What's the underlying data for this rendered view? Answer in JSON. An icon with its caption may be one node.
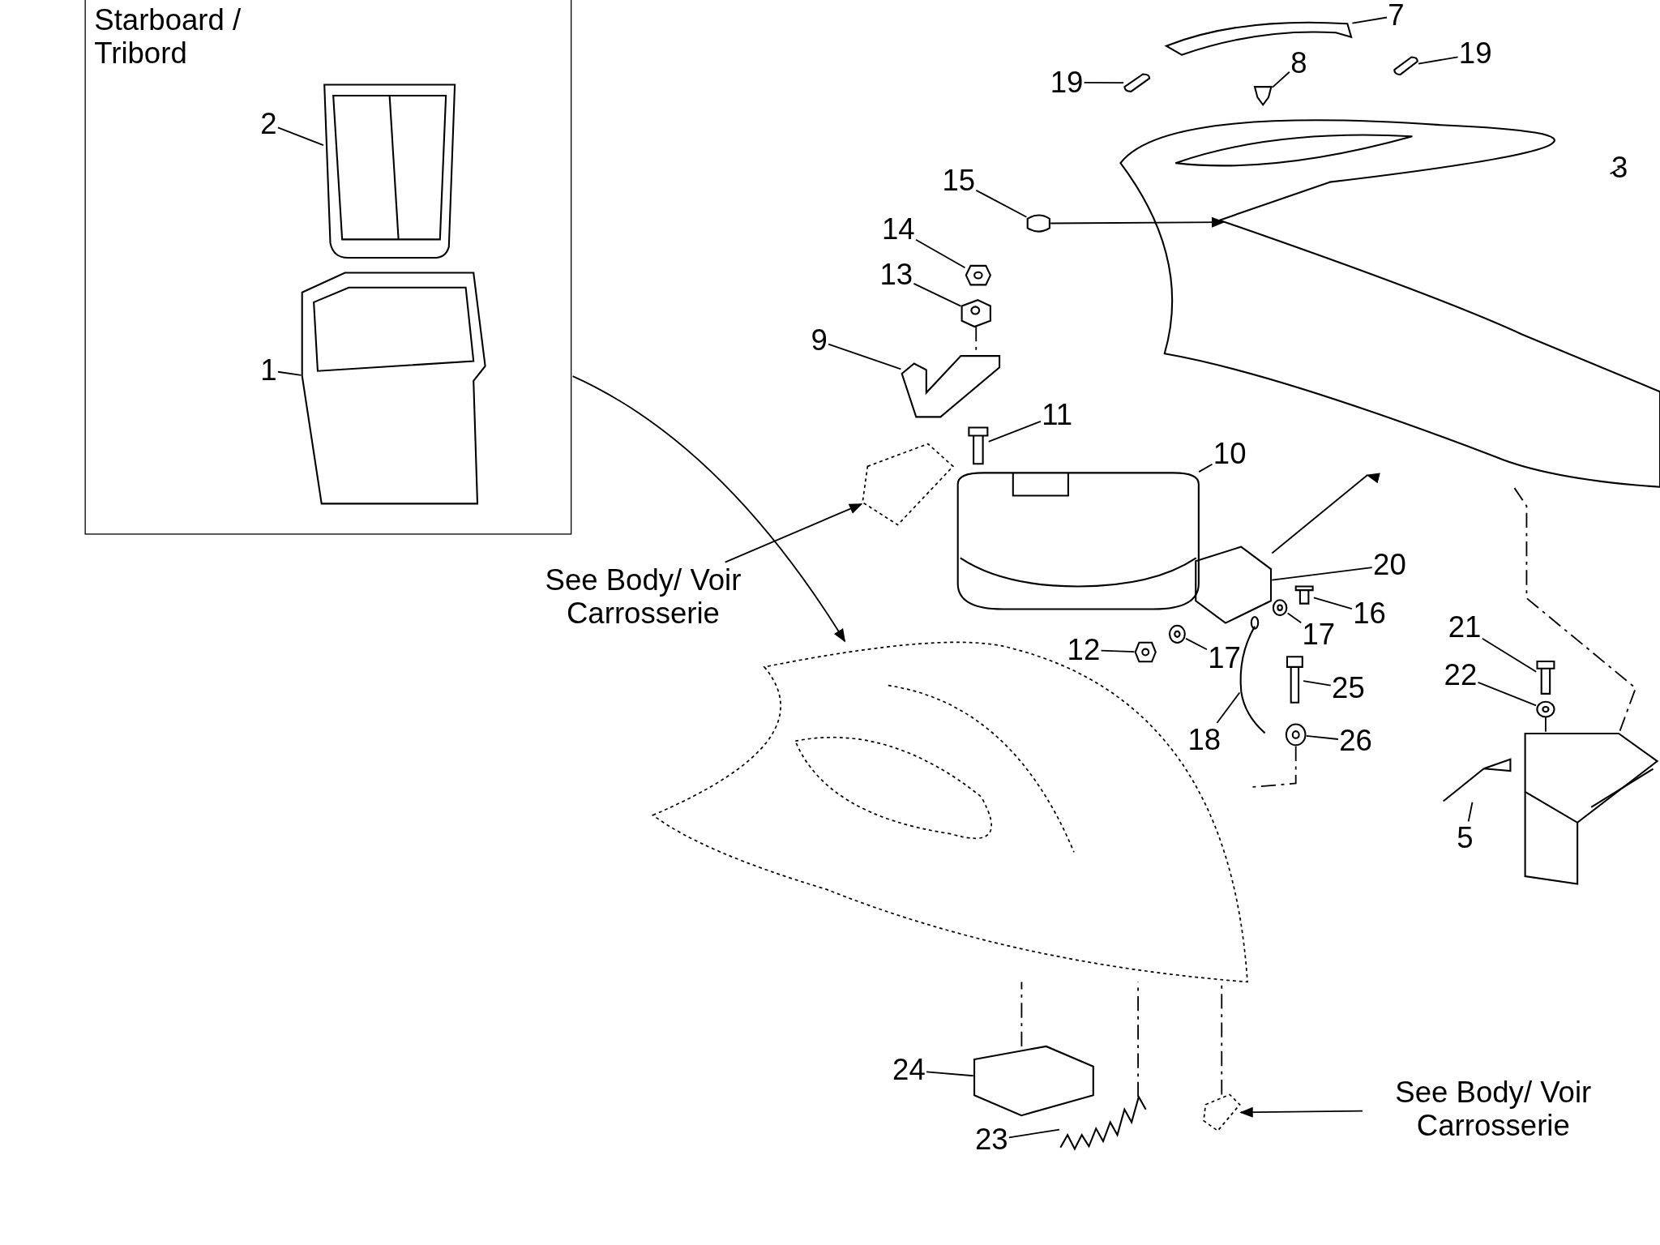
{
  "diagram": {
    "nodes": [
      {
        "text": [
          "Starboard / Tribord"
        ]
      },
      {
        "text": [
          "2"
        ],
        "in": 0
      },
      {
        "text": [],
        "shape": "picture",
        "in": 0
      },
      {
        "text": [
          "1"
        ],
        "in": 0
      },
      {
        "text": [],
        "shape": "picture",
        "in": 0
      },
      {
        "text": [
          "7"
        ]
      },
      {
        "text": [],
        "shape": "picture"
      },
      {
        "text": [
          "19"
        ]
      },
      {
        "text": [],
        "shape": "picture"
      },
      {
        "text": [
          "8"
        ]
      },
      {
        "text": [],
        "shape": "picture"
      },
      {
        "text": [
          "19"
        ]
      },
      {
        "text": [],
        "shape": "picture"
      },
      {
        "text": [
          "3"
        ]
      },
      {
        "text": [],
        "shape": "picture"
      },
      {
        "text": [
          "15"
        ]
      },
      {
        "text": [],
        "shape": "picture"
      },
      {
        "text": [
          "14"
        ]
      },
      {
        "text": [],
        "shape": "picture"
      },
      {
        "text": [
          "13"
        ]
      },
      {
        "text": [],
        "shape": "picture"
      },
      {
        "text": [
          "9"
        ]
      },
      {
        "text": [],
        "shape": "picture"
      },
      {
        "text": [
          "11"
        ]
      },
      {
        "text": [],
        "shape": "picture"
      },
      {
        "text": [
          "10"
        ]
      },
      {
        "text": [],
        "shape": "picture"
      },
      {
        "text": [
          "See Body/ Voir Carrosserie"
        ]
      },
      {
        "text": [],
        "shape": "picture"
      },
      {
        "text": [
          "20"
        ]
      },
      {
        "text": [],
        "shape": "picture"
      },
      {
        "text": [
          "16"
        ]
      },
      {
        "text": [],
        "shape": "picture"
      },
      {
        "text": [
          "17"
        ]
      },
      {
        "text": [],
        "shape": "picture"
      },
      {
        "text": [
          "12"
        ]
      },
      {
        "text": [],
        "shape": "picture"
      },
      {
        "text": [
          "17"
        ]
      },
      {
        "text": [],
        "shape": "picture"
      },
      {
        "text": [
          "25"
        ]
      },
      {
        "text": [],
        "shape": "picture"
      },
      {
        "text": [
          "18"
        ]
      },
      {
        "text": [],
        "shape": "picture"
      },
      {
        "text": [
          "26"
        ]
      },
      {
        "text": [],
        "shape": "picture"
      },
      {
        "text": [
          "21"
        ]
      },
      {
        "text": [],
        "shape": "picture"
      },
      {
        "text": [
          "22"
        ]
      },
      {
        "text": [],
        "shape": "picture"
      },
      {
        "text": [
          "5"
        ]
      },
      {
        "text": [],
        "shape": "picture"
      },
      {
        "text": [
          "24"
        ]
      },
      {
        "text": [],
        "shape": "picture"
      },
      {
        "text": [
          "23"
        ]
      },
      {
        "text": [],
        "shape": "picture"
      },
      {
        "text": [
          "See Body/ Voir Carrosserie"
        ]
      },
      {
        "text": [],
        "shape": "picture"
      },
      {
        "text": [],
        "shape": "picture"
      },
      {
        "text": [],
        "shape": "picture"
      }
    ],
    "edges": [
      {
        "from": 1,
        "to": 2,
        "arrow": "none"
      },
      {
        "from": 3,
        "to": 4,
        "arrow": "none"
      },
      {
        "from": 5,
        "to": 6,
        "arrow": "none"
      },
      {
        "from": 7,
        "to": 8,
        "arrow": "none"
      },
      {
        "from": 9,
        "to": 10,
        "arrow": "none"
      },
      {
        "from": 11,
        "to": 12,
        "arrow": "none"
      },
      {
        "from": 13,
        "to": 14,
        "arrow": "none"
      },
      {
        "from": 15,
        "to": 16,
        "arrow": "none"
      },
      {
        "from": 17,
        "to": 18,
        "arrow": "none"
      },
      {
        "from": 19,
        "to": 20,
        "arrow": "none"
      },
      {
        "from": 21,
        "to": 22,
        "arrow": "none"
      },
      {
        "from": 23,
        "to": 24,
        "arrow": "none"
      },
      {
        "from": 25,
        "to": 26,
        "arrow": "none"
      },
      {
        "from": 27,
        "to": 28,
        "arrow": "to"
      },
      {
        "from": 29,
        "to": 30,
        "arrow": "none"
      },
      {
        "from": 31,
        "to": 32,
        "arrow": "none"
      },
      {
        "from": 33,
        "to": 34,
        "arrow": "none"
      },
      {
        "from": 35,
        "to": 36,
        "arrow": "none"
      },
      {
        "from": 37,
        "to": 38,
        "arrow": "none"
      },
      {
        "from": 39,
        "to": 40,
        "arrow": "none"
      },
      {
        "from": 41,
        "to": 42,
        "arrow": "none"
      },
      {
        "from": 43,
        "to": 44,
        "arrow": "none"
      },
      {
        "from": 45,
        "to": 46,
        "arrow": "none"
      },
      {
        "from": 47,
        "to": 48,
        "arrow": "none"
      },
      {
        "from": 49,
        "to": 50,
        "arrow": "none"
      },
      {
        "from": 51,
        "to": 52,
        "arrow": "none"
      },
      {
        "from": 53,
        "to": 54,
        "arrow": "none"
      },
      {
        "from": 55,
        "to": 56,
        "arrow": "to"
      },
      {
        "from": 0,
        "to": 57,
        "arrow": "to"
      },
      {
        "from": 16,
        "to": 14,
        "arrow": "to"
      },
      {
        "from": 30,
        "to": 14,
        "arrow": "to"
      },
      {
        "from": 20,
        "to": 22,
        "arrow": "none",
        "style": "dashed"
      },
      {
        "from": 44,
        "to": 57,
        "arrow": "none",
        "style": "dashed"
      },
      {
        "from": 52,
        "to": 57,
        "arrow": "none",
        "style": "dashed"
      },
      {
        "from": 54,
        "to": 57,
        "arrow": "none",
        "style": "dashed"
      },
      {
        "from": 56,
        "to": 57,
        "arrow": "none",
        "style": "dashed"
      },
      {
        "from": 14,
        "to": 58,
        "arrow": "none",
        "style": "dashed"
      },
      {
        "from": 48,
        "to": 58,
        "arrow": "none",
        "style": "dashed"
      }
    ]
  }
}
